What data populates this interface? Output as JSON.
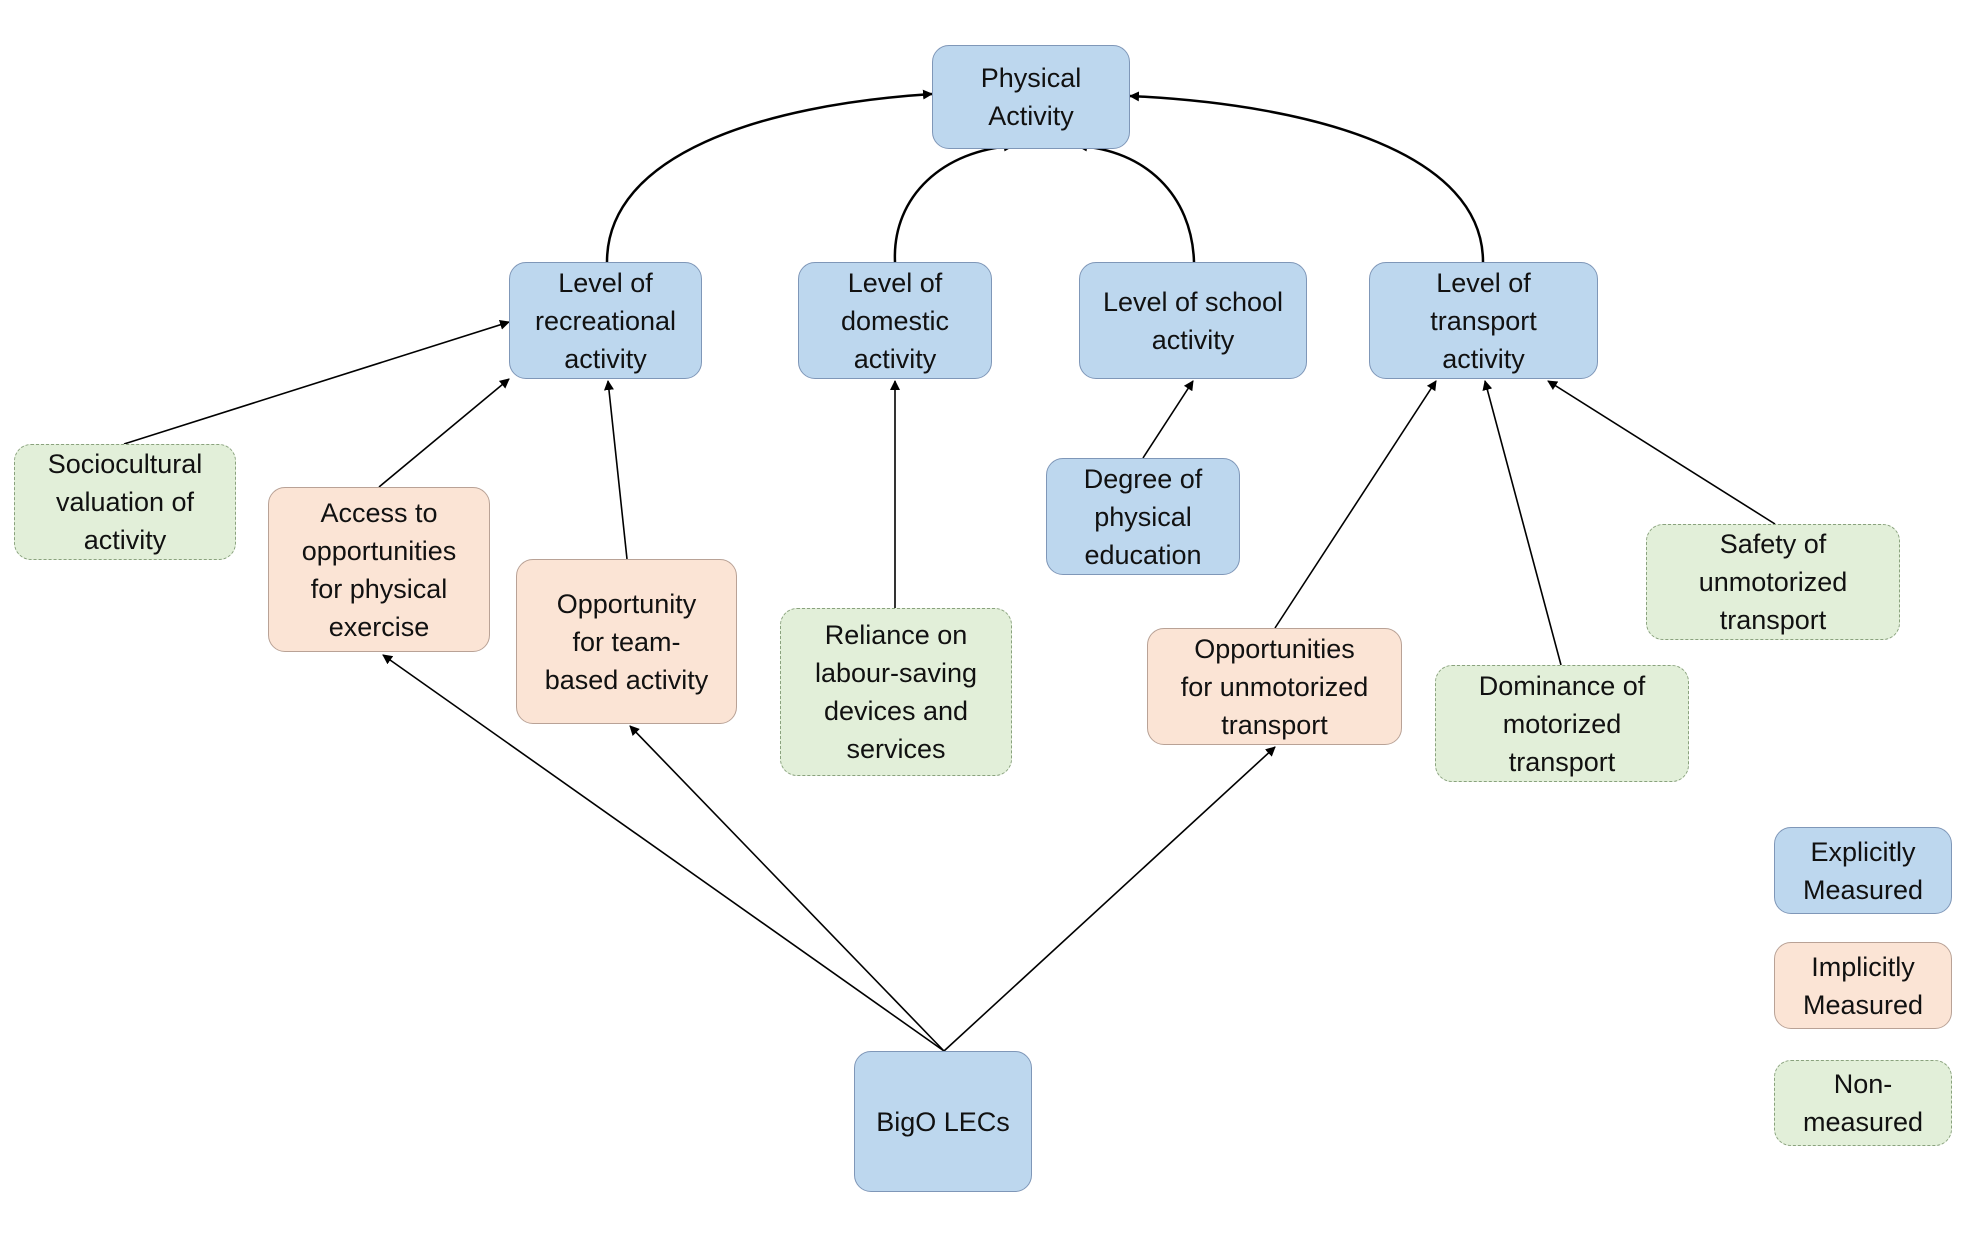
{
  "nodes": {
    "physical_activity": "Physical\nActivity",
    "recreational": "Level of\nrecreational\nactivity",
    "domestic": "Level of\ndomestic\nactivity",
    "school": "Level of school\nactivity",
    "transport": "Level of\ntransport\nactivity",
    "sociocultural": "Sociocultural\nvaluation of\nactivity",
    "access_opportunities": "Access to\nopportunities\nfor physical\nexercise",
    "team_based": "Opportunity\nfor team-\nbased activity",
    "labour_saving": "Reliance on\nlabour-saving\ndevices and\nservices",
    "physical_education": "Degree of\nphysical\neducation",
    "unmotorized_opportunities": "Opportunities\nfor unmotorized\ntransport",
    "motorized_dominance": "Dominance of\nmotorized\ntransport",
    "unmotorized_safety": "Safety of\nunmotorized\ntransport",
    "bigo_lecs": "BigO LECs"
  },
  "legend": {
    "explicit": "Explicitly\nMeasured",
    "implicit": "Implicitly\nMeasured",
    "non_measured": "Non-\nmeasured"
  },
  "colors": {
    "explicit": "#bdd7ee",
    "implicit": "#fbe4d5",
    "non_measured": "#e2efd9",
    "arrow": "#000000"
  }
}
